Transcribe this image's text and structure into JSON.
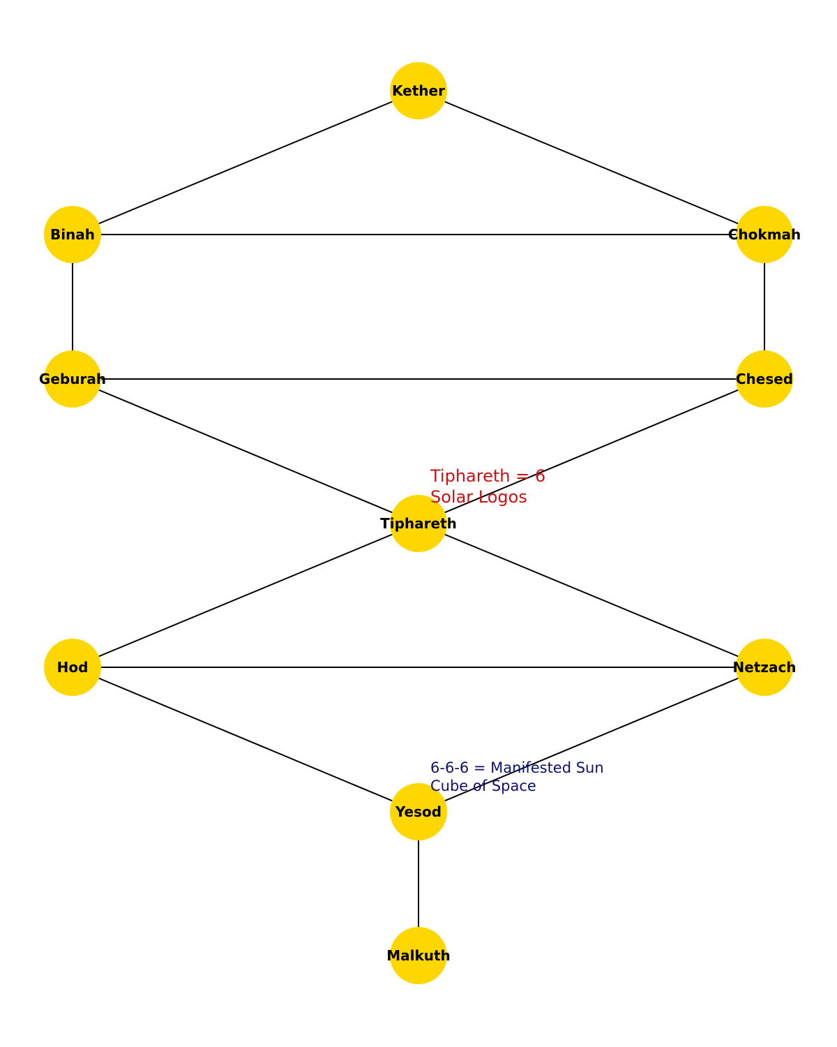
{
  "colors": {
    "node_fill": "#FFD700",
    "edge": "#000000",
    "annotation_tiphareth": "#CC1111",
    "annotation_yesod": "#101070"
  },
  "nodes": [
    {
      "id": "kether",
      "label": "Kether"
    },
    {
      "id": "binah",
      "label": "Binah"
    },
    {
      "id": "chokmah",
      "label": "Chokmah"
    },
    {
      "id": "geburah",
      "label": "Geburah"
    },
    {
      "id": "chesed",
      "label": "Chesed"
    },
    {
      "id": "tiphareth",
      "label": "Tiphareth"
    },
    {
      "id": "hod",
      "label": "Hod"
    },
    {
      "id": "netzach",
      "label": "Netzach"
    },
    {
      "id": "yesod",
      "label": "Yesod"
    },
    {
      "id": "malkuth",
      "label": "Malkuth"
    }
  ],
  "edges": [
    [
      "kether",
      "binah"
    ],
    [
      "kether",
      "chokmah"
    ],
    [
      "binah",
      "chokmah"
    ],
    [
      "binah",
      "geburah"
    ],
    [
      "chokmah",
      "chesed"
    ],
    [
      "geburah",
      "chesed"
    ],
    [
      "geburah",
      "tiphareth"
    ],
    [
      "chesed",
      "tiphareth"
    ],
    [
      "tiphareth",
      "hod"
    ],
    [
      "tiphareth",
      "netzach"
    ],
    [
      "hod",
      "netzach"
    ],
    [
      "hod",
      "yesod"
    ],
    [
      "netzach",
      "yesod"
    ],
    [
      "yesod",
      "malkuth"
    ]
  ],
  "annotations": [
    {
      "id": "tiphareth-note",
      "anchor": "tiphareth",
      "lines": [
        "Tiphareth = 6",
        "Solar Logos"
      ],
      "color_key": "annotation_tiphareth"
    },
    {
      "id": "yesod-note",
      "anchor": "yesod",
      "lines": [
        "6-6-6 = Manifested Sun",
        "Cube of Space"
      ],
      "color_key": "annotation_yesod"
    }
  ]
}
